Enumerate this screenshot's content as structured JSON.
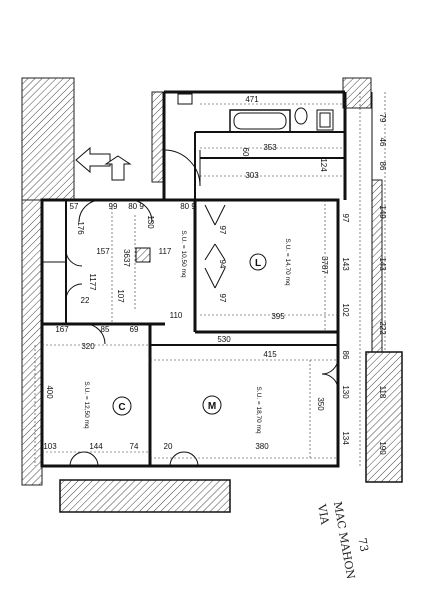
{
  "rooms": {
    "L": {
      "letter": "L",
      "area": "S.U. = 14,70 mq"
    },
    "C": {
      "letter": "C",
      "area": "S.U. = 12,50 mq"
    },
    "M": {
      "letter": "M",
      "area": "S.U. = 18,70 mq"
    },
    "corridor": {
      "area": "S.U. = 10,50 mq"
    }
  },
  "dims": {
    "d471": "471",
    "d353": "353",
    "d60": "60",
    "d303": "303",
    "d124": "124",
    "d79": "79",
    "d46": "46",
    "d86a": "86",
    "d149": "149",
    "d143a": "143",
    "d143b": "143",
    "d97a": "97",
    "d3787": "3787",
    "d102": "102",
    "d222": "222",
    "d395": "395",
    "d57": "57",
    "d99": "99",
    "d809a": "80 9",
    "d130": "130",
    "d809b": "80 9",
    "d176": "176",
    "d157": "157",
    "d3637": "3637",
    "d117a": "117",
    "d1177": "1177",
    "d22": "22",
    "d107": "107",
    "d97b": "97",
    "d94": "94",
    "d97c": "97",
    "d167": "167",
    "d85": "85",
    "d69": "69",
    "d110": "110",
    "d530": "530",
    "d320": "320",
    "d415": "415",
    "d86b": "86",
    "d130b": "130",
    "d400": "400",
    "d350": "350",
    "d118": "118",
    "d134": "134",
    "d190": "190",
    "d103": "103",
    "d144": "144",
    "d74": "74",
    "d20": "20",
    "d380": "380"
  },
  "annotation": {
    "line1": "VIA",
    "line2": "MAC MAHON",
    "line3": "73"
  }
}
